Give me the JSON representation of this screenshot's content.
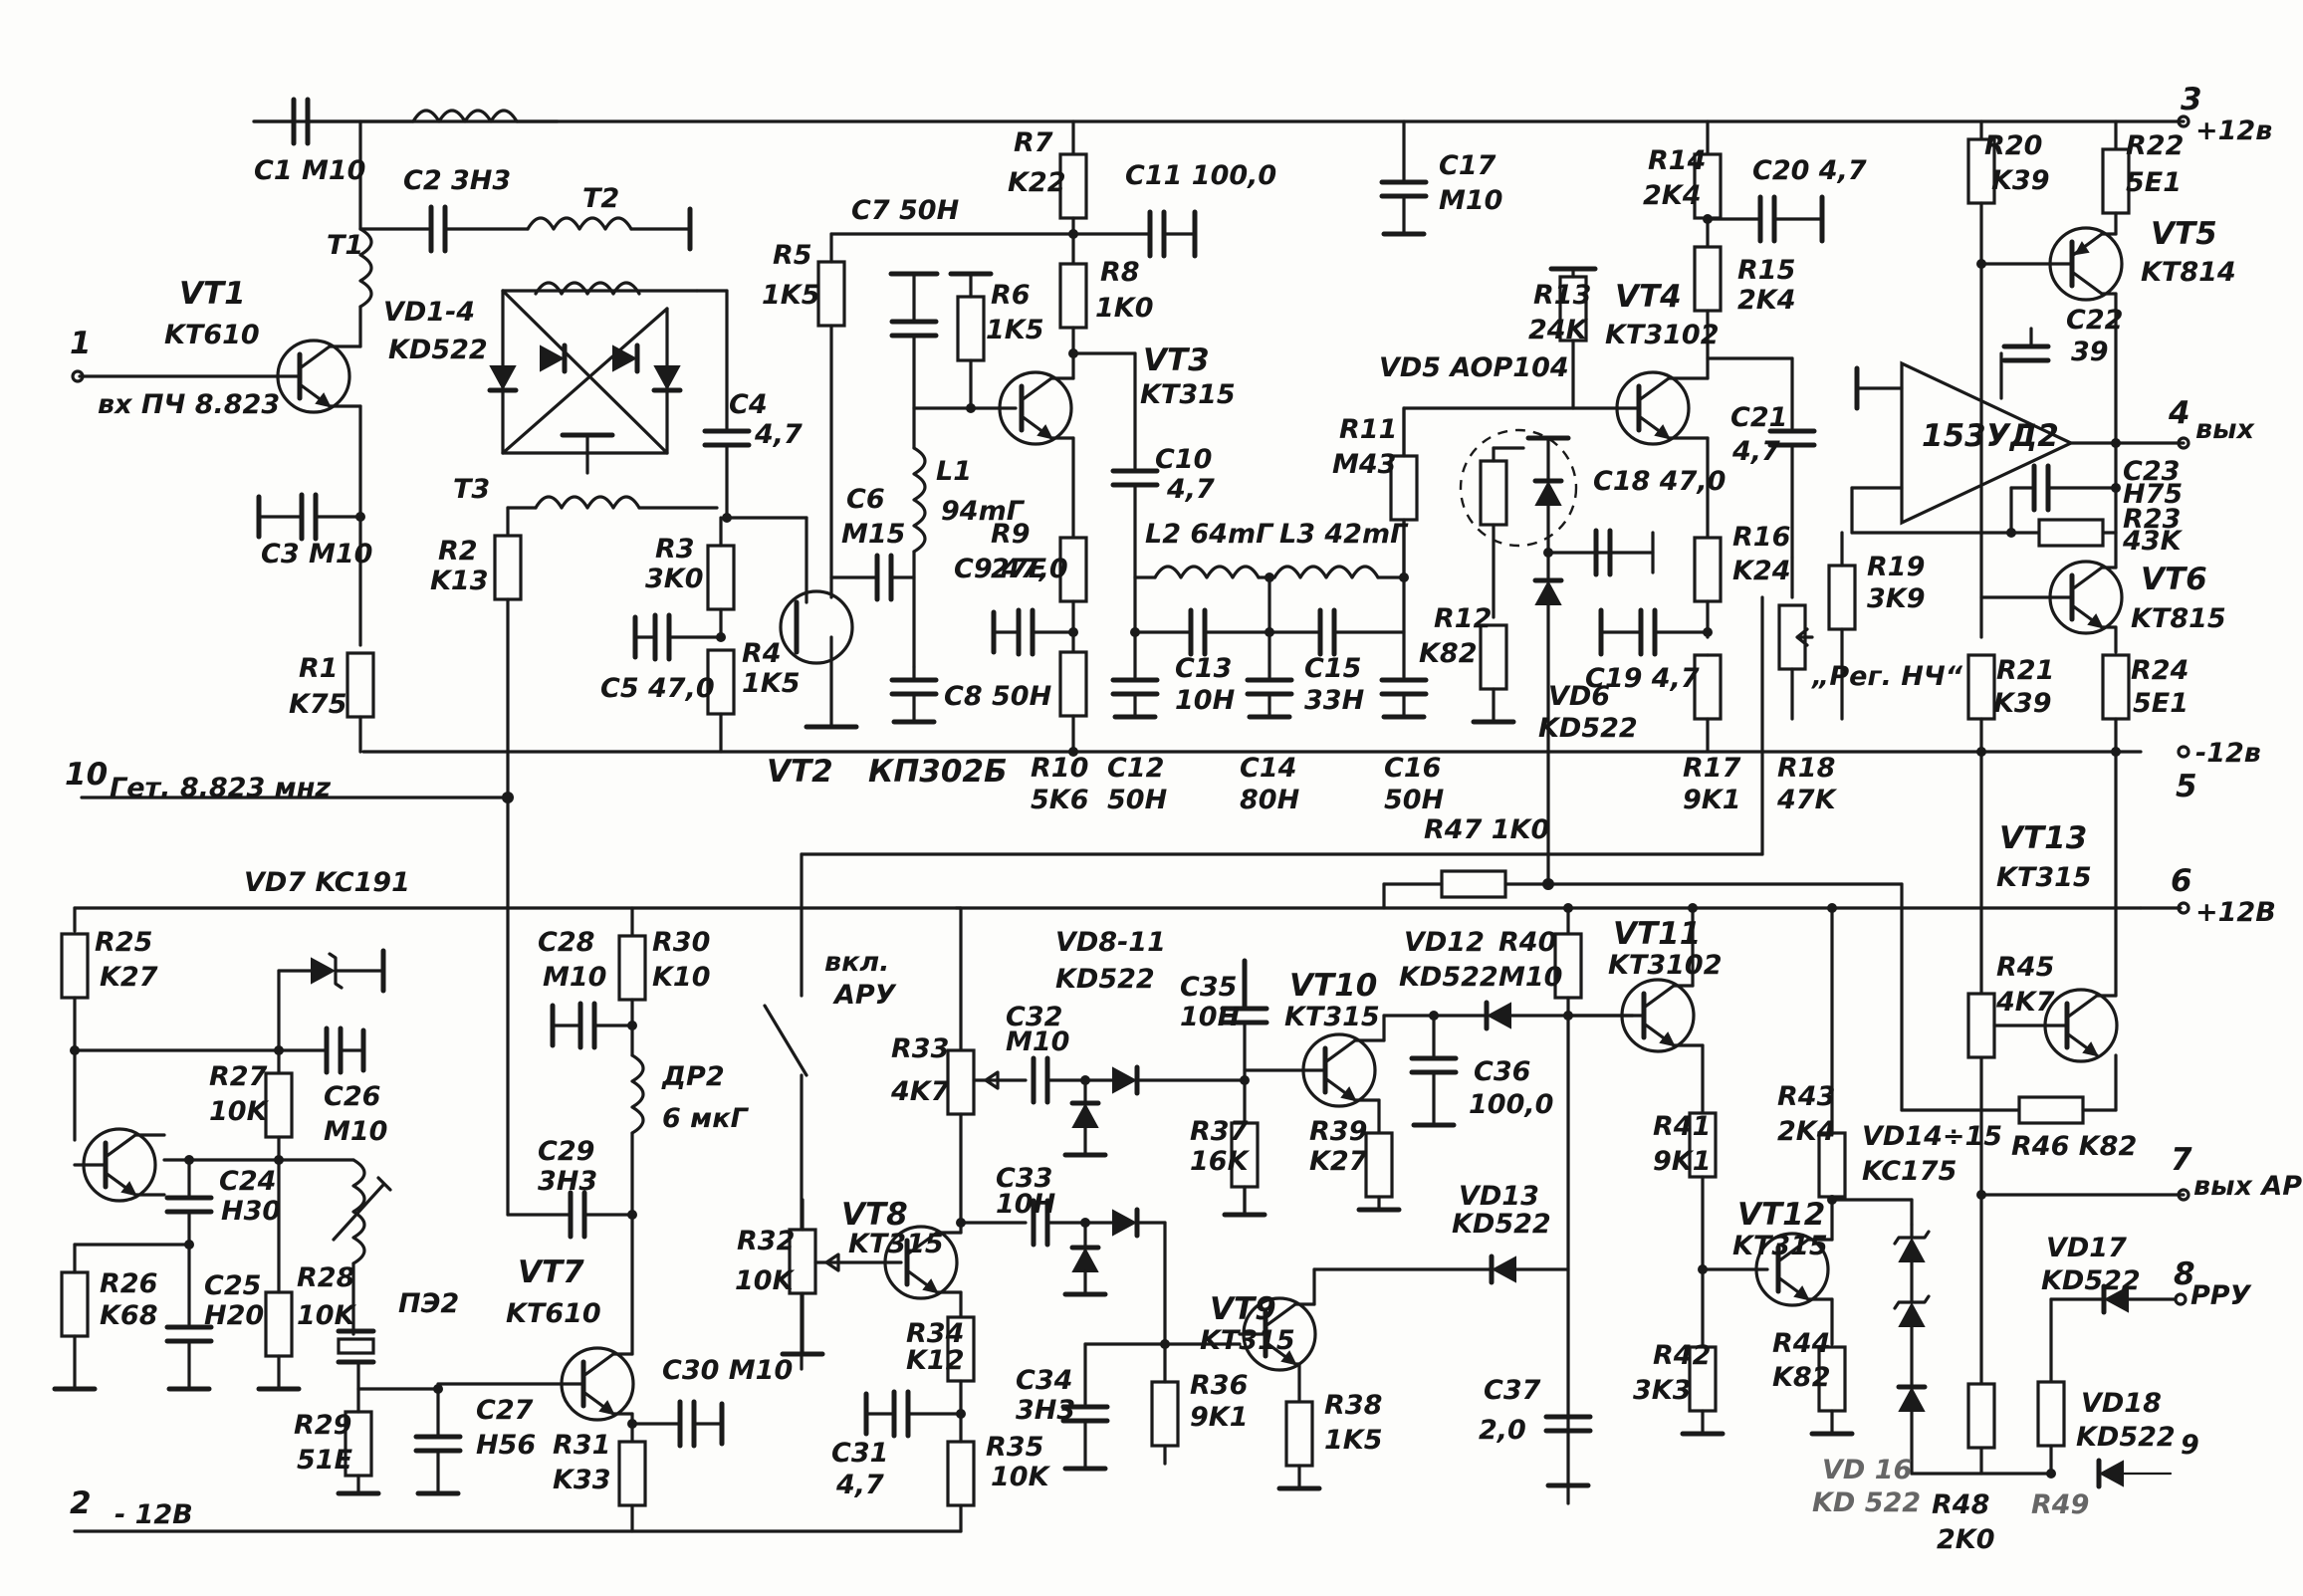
{
  "labels": {
    "C1": "C1 M10",
    "C2": "C2 3H3",
    "T1": "T1",
    "T2": "T2",
    "T3": "T3",
    "VT1": "VT1",
    "VT1v": "KT610",
    "VD1_4": "VD1-4",
    "VD1_4v": "KD522",
    "C3": "C3 M10",
    "R1": "R1",
    "R1v": "K75",
    "R2": "R2",
    "R2v": "K13",
    "R3": "R3",
    "R3v": "3K0",
    "R4": "R4",
    "R4v": "1K5",
    "C4": "C4",
    "C4v": "4,7",
    "C5": "C5 47,0",
    "R5": "R5",
    "R5v": "1K5",
    "C7": "C7 50H",
    "R6": "R6",
    "R6v": "1K5",
    "C6": "C6",
    "C6v": "M15",
    "L1": "L1",
    "L1v": "94mГ",
    "VT2": "VT2",
    "VT2v": "КП302Б",
    "C8": "C8 50H",
    "R7": "R7",
    "R7v": "K22",
    "C11": "C11 100,0",
    "R8": "R8",
    "R8v": "1K0",
    "VT3": "VT3",
    "VT3v": "KT315",
    "R9": "R9",
    "R9v": "27E",
    "C9": "C9 47,0",
    "R10": "R10",
    "R10v": "5K6",
    "C10": "C10",
    "C10v": "4,7",
    "L2": "L2 64mГ",
    "L3": "L3 42mГ",
    "C12": "C12",
    "C12v": "50H",
    "C13": "C13",
    "C13v": "10H",
    "C14": "C14",
    "C14v": "80H",
    "C15": "C15",
    "C15v": "33H",
    "C16": "C16",
    "C16v": "50H",
    "C17": "C17",
    "C17v": "M10",
    "R11": "R11",
    "R11v": "M43",
    "R12": "R12",
    "R12v": "K82",
    "VD5": "VD5  AOP104",
    "R13": "R13",
    "R13v": "24K",
    "C18": "C18 47,0",
    "VD6": "VD6",
    "VD6v": "KD522",
    "VT4": "VT4",
    "VT4v": "KT3102",
    "R14": "R14",
    "R14v": "2K4",
    "C20": "C20 4,7",
    "R15": "R15",
    "R15v": "2K4",
    "C21": "C21",
    "C21v": "4,7",
    "R16": "R16",
    "R16v": "K24",
    "C19": "C19 4,7",
    "R17": "R17",
    "R17v": "9K1",
    "R18": "R18",
    "R18v": "47K",
    "R19": "R19",
    "R19v": "3K9",
    "reg": "„Рег. НЧ“",
    "IC": "153УД2",
    "R20": "R20",
    "R20v": "K39",
    "R22": "R22",
    "R22v": "5E1",
    "VT5": "VT5",
    "VT5v": "KT814",
    "C22": "C22",
    "C22v": "39",
    "C23": "C23",
    "C23v": "H75",
    "R23": "R23",
    "R23v": "43K",
    "VT6": "VT6",
    "VT6v": "KT815",
    "R21": "R21",
    "R21v": "K39",
    "R24": "R24",
    "R24v": "5E1",
    "n1": "1",
    "in": "вх ПЧ 8.823",
    "n10": "10",
    "get": "Гет. 8.823 мнz",
    "n3": "3",
    "p12a": "+12в",
    "n4": "4",
    "out": "вых",
    "n5": "5",
    "m12a": "-12в",
    "n6": "6",
    "p12b": "+12В",
    "n7": "7",
    "outAPY": "вых АРУ",
    "n8": "8",
    "PPY": "РРУ",
    "n9": "9",
    "n2": "2",
    "m12b": "- 12В",
    "R47": "R47  1K0",
    "VT13": "VT13",
    "VT13v": "KT315",
    "VD7": "VD7  KC191",
    "R25": "R25",
    "R25v": "K27",
    "R27": "R27",
    "R27v": "10K",
    "C26": "C26",
    "C26v": "M10",
    "C24": "C24",
    "C24v": "H30",
    "C25": "C25",
    "C25v": "H20",
    "R26": "R26",
    "R26v": "K68",
    "R28": "R28",
    "R28v": "10K",
    "PE2": "ПЭ2",
    "R29": "R29",
    "R29v": "51E",
    "C27": "C27",
    "C27v": "H56",
    "C28": "C28",
    "C28v": "M10",
    "R30": "R30",
    "R30v": "K10",
    "DR2": "ДР2",
    "DR2v": "6 мкГ",
    "C29": "C29",
    "C29v": "3H3",
    "VT7": "VT7",
    "VT7v": "KT610",
    "R31": "R31",
    "R31v": "K33",
    "C30": "C30   M10",
    "vkl": "вкл.",
    "APY": "АРУ",
    "R33": "R33",
    "R33v": "4K7",
    "C32": "C32",
    "C32v": "M10",
    "VD8_11": "VD8-11",
    "VD8_11v": "KD522",
    "R32": "R32",
    "R32v": "10K",
    "VT8": "VT8",
    "VT8v": "KT315",
    "C33": "C33",
    "C33v": "10H",
    "R34": "R34",
    "R34v": "K12",
    "C31": "C31",
    "C31v": "4,7",
    "R35": "R35",
    "R35v": "10K",
    "C34": "C34",
    "C34v": "3H3",
    "R36": "R36",
    "R36v": "9K1",
    "C35": "C35",
    "C35v": "10H",
    "VT10": "VT10",
    "VT10v": "KT315",
    "R37": "R37",
    "R37v": "16K",
    "R39": "R39",
    "R39v": "K27",
    "VT9": "VT9",
    "VT9v": "KT315",
    "R38": "R38",
    "R38v": "1K5",
    "VD12": "VD12",
    "VD12v": "KD522",
    "R40": "R40",
    "R40v": "M10",
    "C36": "C36",
    "C36v": "100,0",
    "VD13": "VD13",
    "VD13v": "KD522",
    "C37": "C37",
    "C37v": "2,0",
    "VT11": "VT11",
    "VT11v": "KT3102",
    "R41": "R41",
    "R41v": "9K1",
    "R42": "R42",
    "R42v": "3K3",
    "R43": "R43",
    "R43v": "2K4",
    "VT12": "VT12",
    "VT12v": "KT315",
    "R44": "R44",
    "R44v": "K82",
    "VD14_15": "VD14÷15",
    "VD14_15v": "KC175",
    "R45": "R45",
    "R45v": "4K7",
    "R46": "R46  K82",
    "VD17": "VD17",
    "VD17v": "KD522",
    "VD18": "VD18",
    "VD18v": "KD522",
    "VD16": "VD 16",
    "VD16v": "KD 522",
    "R48": "R48",
    "R48v": "2K0",
    "R49": "R49"
  }
}
